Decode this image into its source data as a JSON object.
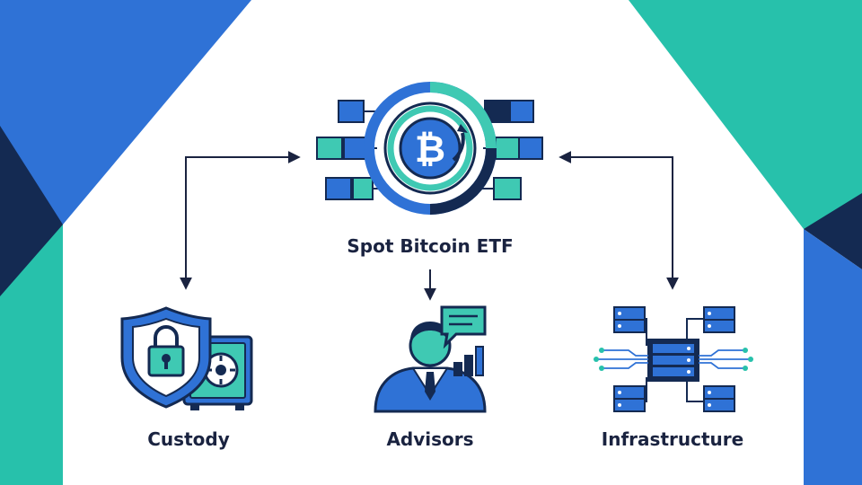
{
  "center": {
    "label": "Spot Bitcoin ETF",
    "icon": "bitcoin-icon"
  },
  "nodes": [
    {
      "label": "Custody",
      "icon": "shield-lock-safe-icon"
    },
    {
      "label": "Advisors",
      "icon": "advisor-icon"
    },
    {
      "label": "Infrastructure",
      "icon": "server-network-icon"
    }
  ],
  "colors": {
    "navy": "#142a52",
    "blue": "#2f72d6",
    "teal": "#27c1ab",
    "teal_light": "#3fc9b3",
    "ink": "#1a2340"
  }
}
